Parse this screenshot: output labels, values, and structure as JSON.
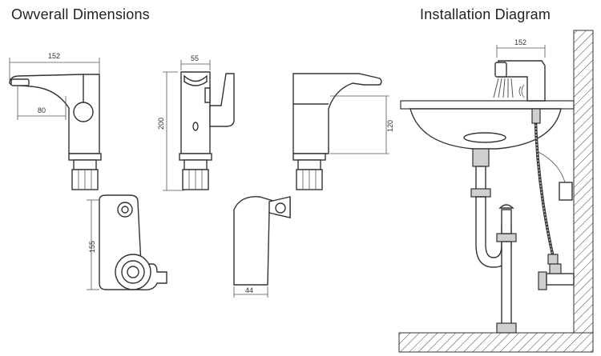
{
  "titles": {
    "left": "Owverall Dimensions",
    "right": "Installation Diagram"
  },
  "dimensions": {
    "front_width": "152",
    "spout_reach": "80",
    "side_width": "55",
    "side_height": "200",
    "back_height": "120",
    "bottom_length": "155",
    "handle_width": "44",
    "install_width": "152"
  }
}
